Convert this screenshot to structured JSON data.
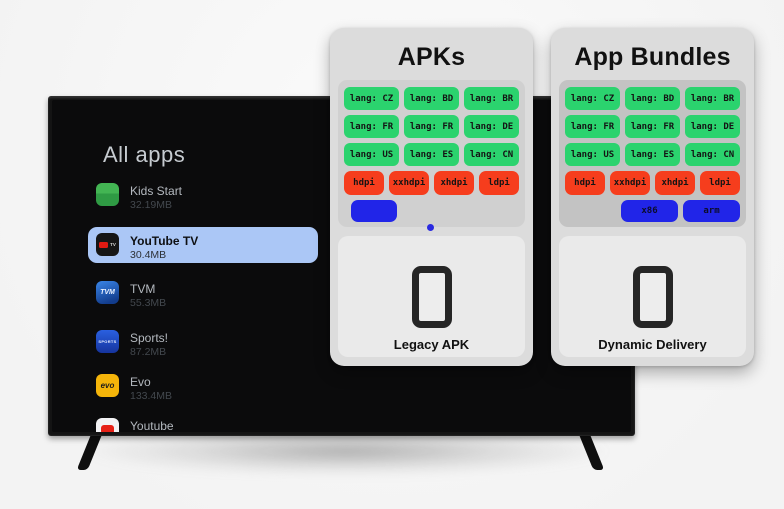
{
  "colors": {
    "chip_green": "#2bd36e",
    "chip_red": "#f63d1d",
    "chip_blue": "#2125e8",
    "selected_row_blue": "#abc7f6",
    "dot_blue": "#2a2ae0"
  },
  "cards": [
    {
      "title": "APKs",
      "lang_chips": [
        "lang: CZ",
        "lang: BD",
        "lang: BR",
        "lang: FR",
        "lang: FR",
        "lang: DE",
        "lang: US",
        "lang: ES",
        "lang: CN"
      ],
      "dpi_chips": [
        "hdpi",
        "xxhdpi",
        "xhdpi",
        "ldpi"
      ],
      "abi_chips": [
        ""
      ],
      "device_label": "Legacy APK"
    },
    {
      "title": "App Bundles",
      "lang_chips": [
        "lang: CZ",
        "lang: BD",
        "lang: BR",
        "lang: FR",
        "lang: FR",
        "lang: DE",
        "lang: US",
        "lang: ES",
        "lang: CN"
      ],
      "dpi_chips": [
        "hdpi",
        "xxhdpi",
        "xhdpi",
        "ldpi"
      ],
      "abi_chips": [
        "x86",
        "arm"
      ],
      "device_label": "Dynamic Delivery"
    }
  ],
  "tv": {
    "header": "All apps",
    "apps": [
      {
        "name": "Kids Start",
        "size": "32.19MB",
        "icon": "kids",
        "icon_text": "",
        "selected": false
      },
      {
        "name": "YouTube TV",
        "size": "30.4MB",
        "icon": "yttv",
        "icon_text": "TV",
        "selected": true
      },
      {
        "name": "TVM",
        "size": "55.3MB",
        "icon": "tvm",
        "icon_text": "TVM",
        "selected": false
      },
      {
        "name": "Sports!",
        "size": "87.2MB",
        "icon": "sports",
        "icon_text": "SPORTS",
        "selected": false
      },
      {
        "name": "Evo",
        "size": "133.4MB",
        "icon": "evo",
        "icon_text": "evo",
        "selected": false
      },
      {
        "name": "Youtube",
        "size": "",
        "icon": "youtube",
        "icon_text": "",
        "selected": false
      }
    ]
  }
}
